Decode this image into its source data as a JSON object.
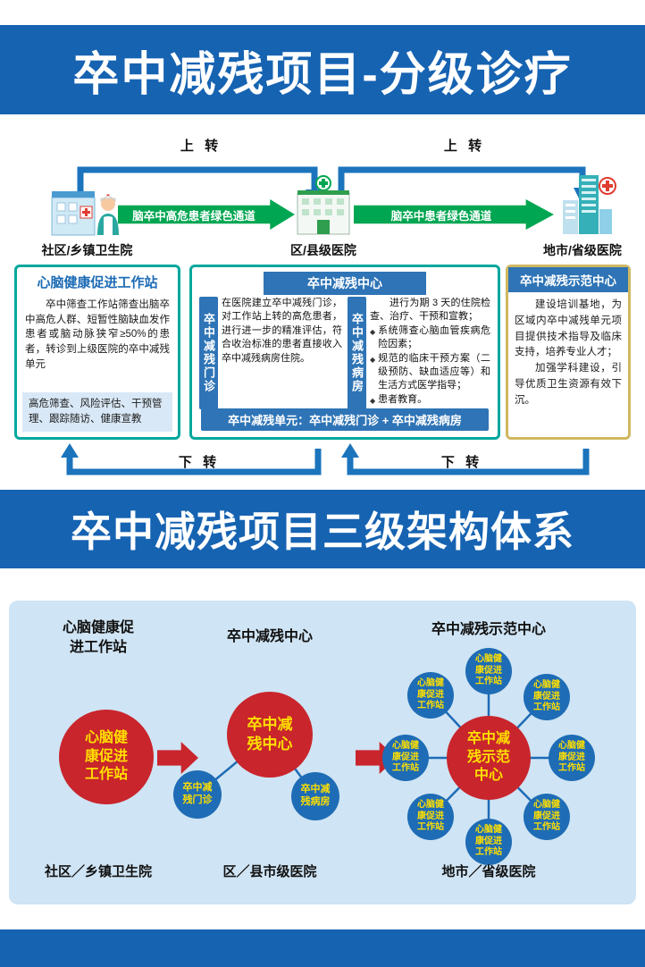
{
  "colors": {
    "banner_blue": "#1663b2",
    "arrow_green": "#00a651",
    "box_border_teal": "#00a79d",
    "demo_border_olive": "#d0b860",
    "header_blue": "#2e74b6",
    "circle_red": "#c9252c",
    "circle_blue": "#1e6cb5",
    "circle_text_yellow": "#ffdf00",
    "panel_bg": "#cfe4f4"
  },
  "banner_top": {
    "title": "卒中减残项目-分级诊疗"
  },
  "banner_mid": {
    "title": "卒中减残项目三级架构体系"
  },
  "referral": {
    "up_left": "上 转",
    "up_right": "上 转",
    "down_left": "下 转",
    "down_right": "下 转",
    "green_channel_left": "脑卒中高危患者绿色通道",
    "green_channel_right": "脑卒中患者绿色通道",
    "site_left": "社区/乡镇卫生院",
    "site_mid": "区/县级医院",
    "site_right": "地市/省级医院"
  },
  "workstation_box": {
    "title": "心脑健康促进工作站",
    "body": "卒中筛查工作站筛查出脑卒中高危人群、短暂性脑缺血发作患者或脑动脉狭窄≥50%的患者，转诊到上级医院的卒中减残单元",
    "tasks": "高危筛查、风险评估、干预管理、跟踪随访、健康宣教"
  },
  "center_box": {
    "title": "卒中减残中心",
    "clinic_label": "卒中减残门诊",
    "clinic_text": "在医院建立卒中减残门诊，对工作站上转的高危患者，进行进一步的精准评估，符合收治标准的患者直接收入卒中减残病房住院。",
    "ward_label": "卒中减残病房",
    "ward_intro": "进行为期 3 天的住院检查、治疗、干预和宣教；",
    "bullet_icon": "◆",
    "ward_bullets": [
      "系统筛查心脑血管疾病危险因素；",
      "规范的临床干预方案（二级预防、缺血适应等）和生活方式医学指导；",
      "患者教育。"
    ],
    "unit_bar": "卒中减残单元：卒中减残门诊 + 卒中减残病房"
  },
  "demo_box": {
    "title": "卒中减残示范中心",
    "para1": "建设培训基地，为区域内卒中减残单元项目提供技术指导及临床支持，培养专业人才；",
    "para2": "加强学科建设，引导优质卫生资源有效下沉。"
  },
  "architecture": {
    "label_workstation": "心脑健康促\n进工作站",
    "label_center": "卒中减残中心",
    "label_demo": "卒中减残示范中心",
    "circle_workstation": "心脑健康促进工作站",
    "circle_center": "卒中减残中心",
    "circle_clinic": "卒中减残门诊",
    "circle_ward": "卒中减残病房",
    "circle_demo": "卒中减残示范中心",
    "satellites": [
      "心脑健康促进工作站",
      "心脑健康促进工作站",
      "心脑健康促进工作站",
      "心脑健康促进工作站",
      "心脑健康促进工作站",
      "心脑健康促进工作站",
      "心脑健康促进工作站",
      "心脑健康促进工作站"
    ],
    "site_left": "社区／乡镇卫生院",
    "site_mid": "区／县市级医院",
    "site_right": "地市／省级医院"
  }
}
